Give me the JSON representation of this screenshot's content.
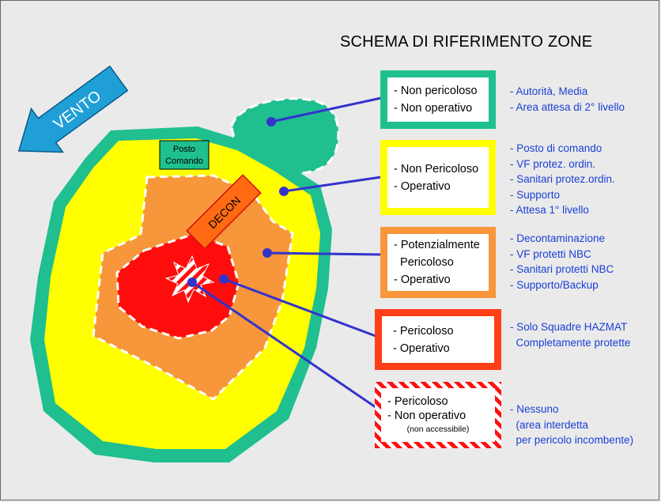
{
  "title": "SCHEMA DI RIFERIMENTO ZONE",
  "wind_label": "VENTO",
  "command_post_label": [
    "Posto",
    "Comando"
  ],
  "decon_label": "DECON",
  "colors": {
    "green": "#1fbf8f",
    "yellow": "#ffff00",
    "orange": "#f7963a",
    "red": "#ff3f17",
    "hatched": "#ff1010",
    "arrow": "#1f9fd6",
    "connector": "#3333cc",
    "description_text": "#1a3fd6"
  },
  "zones": [
    {
      "id": "green",
      "box_lines": [
        "- Non pericoloso",
        "- Non operativo"
      ],
      "description": [
        "- Autorità, Media",
        "- Area attesa di 2° livello"
      ]
    },
    {
      "id": "yellow",
      "box_lines": [
        "- Non Pericoloso",
        "- Operativo"
      ],
      "description": [
        "- Posto di comando",
        "- VF protez. ordin.",
        "- Sanitari protez.ordin.",
        "- Supporto",
        "- Attesa 1° livello"
      ]
    },
    {
      "id": "orange",
      "box_lines": [
        "- Potenzialmente",
        "  Pericoloso",
        "- Operativo"
      ],
      "description": [
        "- Decontaminazione",
        "- VF protetti NBC",
        "- Sanitari protetti NBC",
        "- Supporto/Backup"
      ]
    },
    {
      "id": "red",
      "box_lines": [
        "- Pericoloso",
        "- Operativo"
      ],
      "description": [
        "- Solo Squadre HAZMAT",
        "  Completamente protette"
      ]
    },
    {
      "id": "hatched",
      "box_lines": [
        "- Pericoloso",
        "- Non operativo"
      ],
      "box_note": "(non accessibile)",
      "description": [
        "- Nessuno",
        "  (area interdetta",
        "  per pericolo incombente)"
      ]
    }
  ]
}
